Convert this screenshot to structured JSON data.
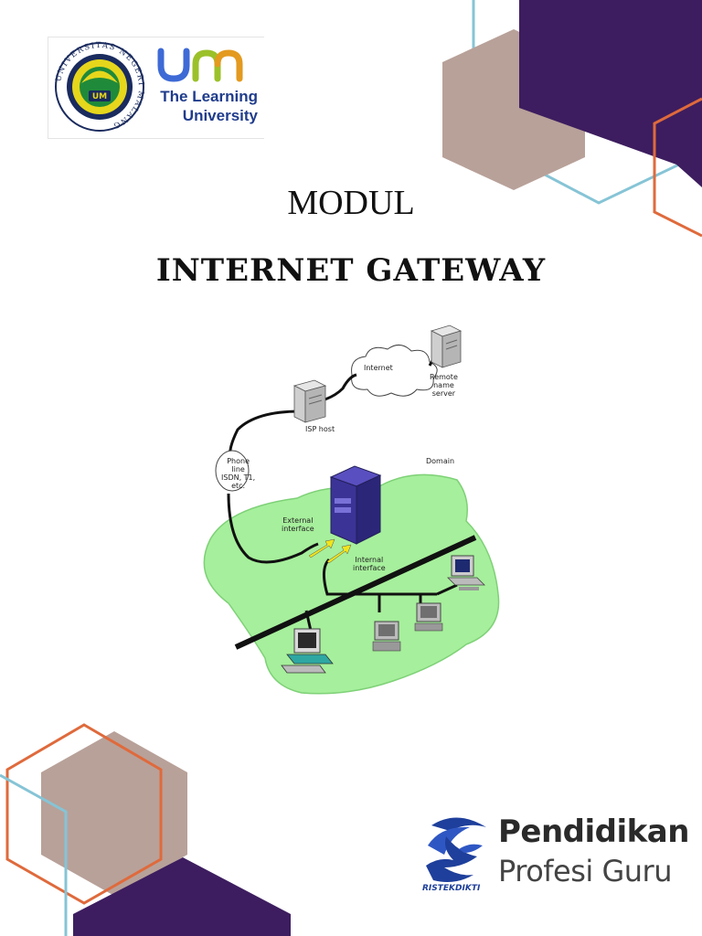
{
  "header": {
    "university_seal_text": "UNIVERSITAS NEGERI MALANG",
    "seal_initials": "UM",
    "brand_mark": "um",
    "tagline_line1": "The Learning",
    "tagline_line2": "University"
  },
  "title": {
    "line1": "MODUL",
    "line2": "INTERNET GATEWAY"
  },
  "diagram": {
    "internet_label": "Internet",
    "remote_server_label": [
      "Remote",
      "name",
      "server"
    ],
    "isp_label": "ISP host",
    "phone_label": [
      "Phone",
      "line",
      "ISDN, T1,",
      "etc."
    ],
    "domain_label": "Domain",
    "external_label": [
      "External",
      "interface"
    ],
    "internal_label": [
      "Internal",
      "interface"
    ]
  },
  "footer": {
    "program_line1": "Pendidikan",
    "program_line2": "Profesi Guru",
    "ristek_label": "RISTEKDIKTI"
  },
  "colors": {
    "purple": "#3d1d5f",
    "taupe": "#b8a199",
    "orange": "#df6a3c",
    "light_blue": "#86c4d6",
    "domain_green": "#a6ef9c",
    "navy": "#1f3c8c"
  }
}
